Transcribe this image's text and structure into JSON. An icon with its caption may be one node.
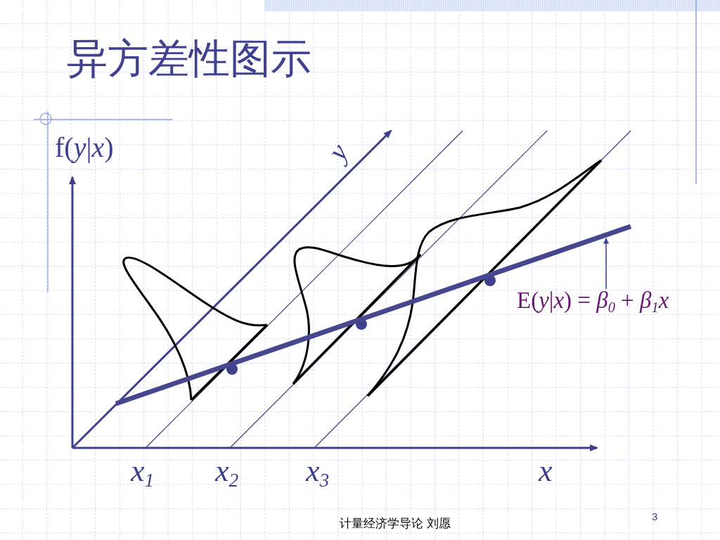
{
  "diagram": {
    "title": "异方差性图示",
    "nodes": [
      {
        "text": [
          "E(*y*|*x*) = *β*$_{0}$ + *β*$_{1}$*x*"
        ]
      },
      {
        "text": [],
        "shape": "line"
      }
    ],
    "edges": [
      {
        "from": 0,
        "to": 1,
        "arrow": "to"
      }
    ],
    "labels": [
      "f(*y*|*x*)",
      "y",
      "x$_{1}$",
      "x$_{2}$",
      "x$_{3}$",
      "x",
      "3",
      "计量经济学导论 刘愿"
    ]
  }
}
